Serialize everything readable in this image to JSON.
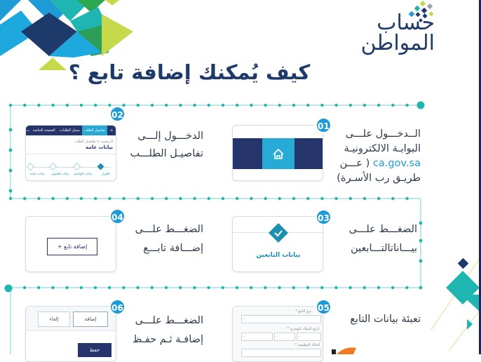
{
  "logo": {
    "line1": "حساب",
    "line2": "المواطن"
  },
  "title": "كيف يُمكنك إضافة تابع ؟",
  "colors": {
    "navy": "#1e3a6b",
    "teal": "#1fb5b0",
    "blue": "#1e9bd7",
    "lime": "#c5d94a",
    "text": "#2e3b4a"
  },
  "steps": [
    {
      "num": "01",
      "lines": [
        "الــدخـــول علـــى",
        "البوابـة الالكترونيـة"
      ],
      "link": "ca.gov.sa",
      "after_link": "( عـــن",
      "last": "طريـق رب الأسـرة)",
      "card": {
        "icon": "home-icon"
      }
    },
    {
      "num": "02",
      "lines": [
        "الدخـــول إلـــى",
        "تفاصيـل الطلـــب"
      ],
      "card": {
        "tabs": [
          "تفاصيل الطلب",
          "سجل الطلبات",
          "الصفحة الخاصة",
          "ب"
        ],
        "breadcrumb": "الرئيسية > تفاصيل الطلب",
        "heading": "بيانات عامة",
        "steps": [
          "بيانات عامة",
          "بيانات العنوان",
          "بيانات التواصل",
          "الإقرار"
        ]
      }
    },
    {
      "num": "03",
      "lines": [
        "الضغـــط علـــى",
        "بيـــاناتالتـــابعين"
      ],
      "card": {
        "label": "بيانات التابعين"
      }
    },
    {
      "num": "04",
      "lines": [
        "الضغـــط علـــى",
        "إضـــافة تابـــع"
      ],
      "card": {
        "button": "إضافة تابع +"
      }
    },
    {
      "num": "05",
      "lines": [
        "تعبئة بيانات التابع"
      ],
      "card": {
        "fields": [
          "نوع التابع *",
          "تاريخ الميلاد بالهجري *",
          "الحالة الوظيفية *"
        ],
        "placeholder": "-"
      }
    },
    {
      "num": "06",
      "lines": [
        "الضغـــط علـــى",
        "إضافـة ثـم حفـظ"
      ],
      "card": {
        "add": "إضافة",
        "cancel": "إلغاء",
        "save": "حفظ"
      }
    }
  ]
}
